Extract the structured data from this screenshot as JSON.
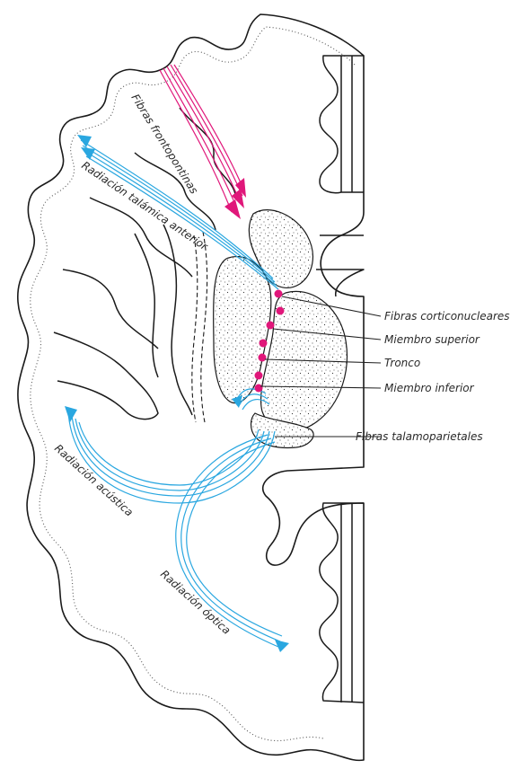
{
  "labels": {
    "frontopontine": "Fibras frontopontinas",
    "anterior_thalamic": "Radiación talámica anterior",
    "corticonuclear": "Fibras corticonucleares",
    "upper_limb": "Miembro superior",
    "trunk": "Tronco",
    "lower_limb": "Miembro inferior",
    "thalamoparietal": "Fibras talamoparietales",
    "acoustic": "Radiación acústica",
    "optic": "Radiación óptica"
  },
  "colors": {
    "motor_fibers": "#e0177a",
    "thalamic_radiations": "#2aa7e0",
    "outline": "#1a1a1a"
  }
}
